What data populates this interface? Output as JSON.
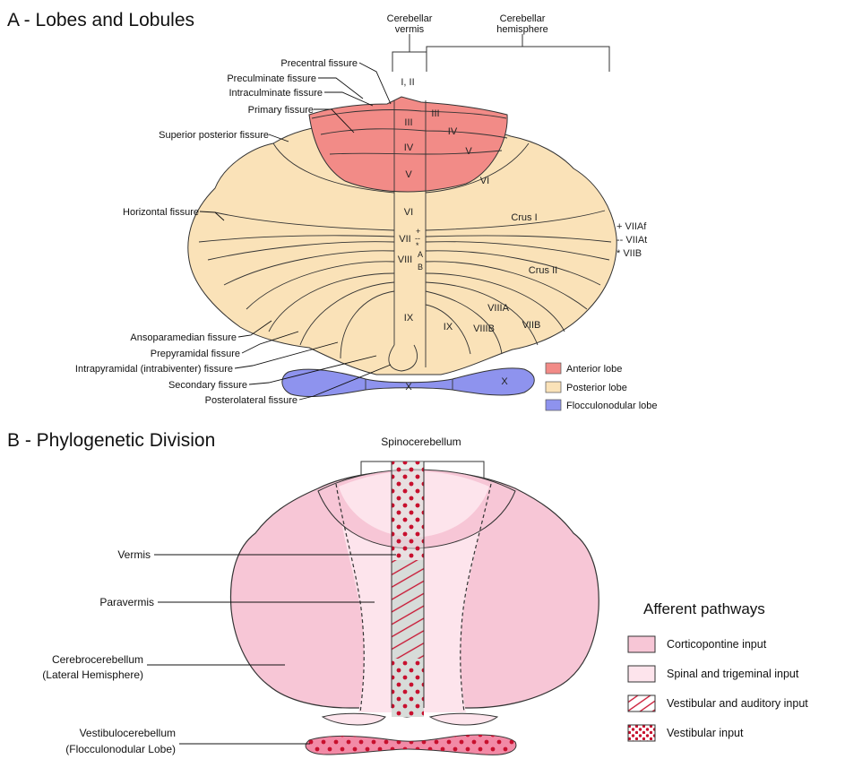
{
  "partA": {
    "title": "A - Lobes and Lobules",
    "header": {
      "vermis_line1": "Cerebellar",
      "vermis_line2": "vermis",
      "hemisphere_line1": "Cerebellar",
      "hemisphere_line2": "hemisphere"
    },
    "fissures": {
      "precentral": "Precentral fissure",
      "preculminate": "Preculminate fissure",
      "intraculminate": "Intraculminate fissure",
      "primary": "Primary fissure",
      "superior_posterior": "Superior posterior fissure",
      "horizontal": "Horizontal fissure",
      "ansoparamedian": "Ansoparamedian fissure",
      "prepyramidal": "Prepyramidal fissure",
      "intrapyramidal": "Intrapyramidal (intrabiventer) fissure",
      "secondary": "Secondary fissure",
      "posterolateral": "Posterolateral fissure"
    },
    "lobules": {
      "i_ii": "I, II",
      "iii_v": "III",
      "iii_h": "III",
      "iv_v": "IV",
      "iv_h": "IV",
      "v_v": "V",
      "v_h": "V",
      "vi_v": "VI",
      "vi_h": "VI",
      "vii_v": "VII",
      "crus1": "Crus I",
      "crus2": "Crus II",
      "viii_v": "VIII",
      "viii_a": "A",
      "viii_b": "B",
      "ix_v": "IX",
      "ix_h": "IX",
      "viiia": "VIIIA",
      "viiib": "VIIIB",
      "viib": "VIIB",
      "x_v": "X",
      "x_h": "X"
    },
    "subdivisions": {
      "viiaf": "+ VIIAf",
      "viiat": "-- VIIAt",
      "viib": "* VIIB"
    },
    "legend": [
      {
        "label": "Anterior lobe",
        "color": "#f28b87"
      },
      {
        "label": "Posterior lobe",
        "color": "#fae2b8"
      },
      {
        "label": "Flocculonodular lobe",
        "color": "#8e93ee"
      }
    ]
  },
  "partB": {
    "title": "B - Phylogenetic Division",
    "spinocerebellum": "Spinocerebellum",
    "labels": {
      "vermis": "Vermis",
      "paravermis": "Paravermis",
      "cerebro_line1": "Cerebrocerebellum",
      "cerebro_line2": "(Lateral Hemisphere)",
      "vestibulo_line1": "Vestibulocerebellum",
      "vestibulo_line2": "(Flocculonodular Lobe)"
    },
    "legend_title": "Afferent pathways",
    "legend": [
      {
        "label": "Corticopontine input",
        "color": "#f7c6d6"
      },
      {
        "label": "Spinal and trigeminal input",
        "color": "#fde4ec"
      },
      {
        "label": "Vestibular and auditory input",
        "color": "#d63a52"
      },
      {
        "label": "Vestibular input",
        "color": "#c8102e"
      }
    ]
  },
  "colors": {
    "anterior": "#f28b87",
    "posterior": "#fae2b8",
    "flocculonodular": "#8e93ee",
    "pink_dark": "#f7c6d6",
    "pink_light": "#fde4ec",
    "vermis_grey": "#d7dcd9",
    "red": "#c8102e"
  }
}
